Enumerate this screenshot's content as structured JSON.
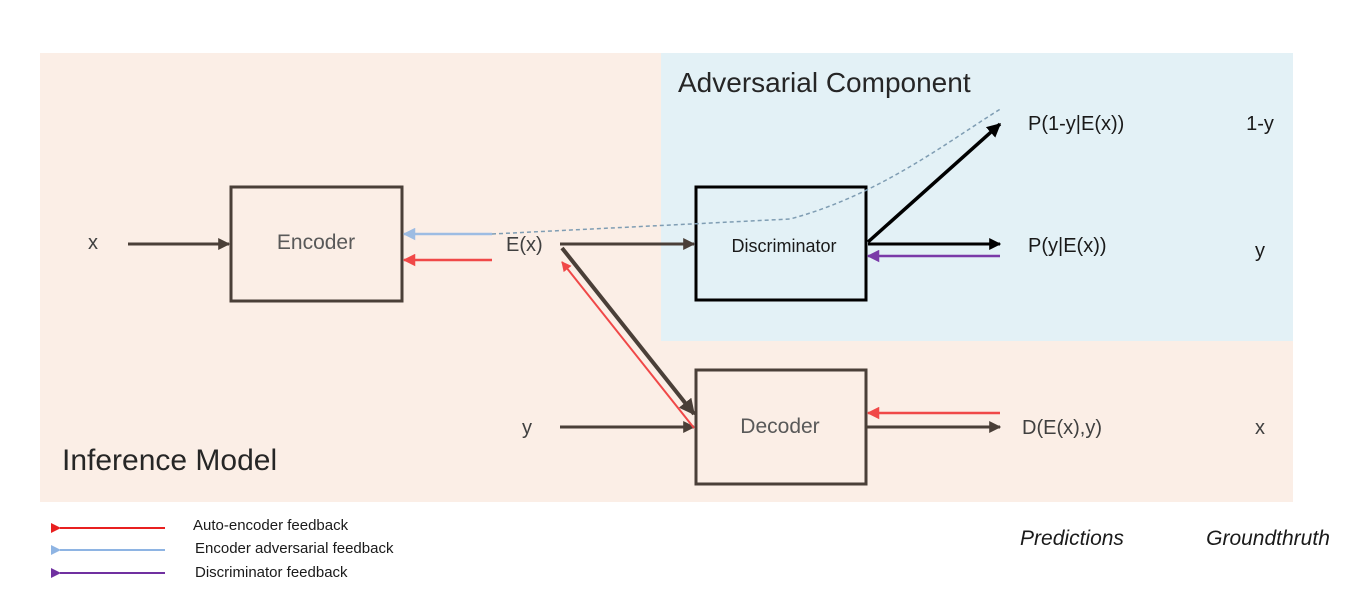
{
  "regions": {
    "inference": "Inference Model",
    "adversarial": "Adversarial Component"
  },
  "blocks": {
    "encoder": "Encoder",
    "discriminator": "Discriminator",
    "decoder": "Decoder"
  },
  "nodes": {
    "x_input": "x",
    "latent": "E(x)",
    "y_input": "y"
  },
  "outputs": {
    "p_not_y": "P(1-y|E(x))",
    "p_y": "P(y|E(x))",
    "reconstruction": "D(E(x),y)"
  },
  "groundtruth": {
    "not_y": "1-y",
    "y": "y",
    "x": "x"
  },
  "columns": {
    "predictions": "Predictions",
    "groundtruth": "Groundthruth"
  },
  "legend": [
    {
      "label": "Auto-encoder feedback",
      "color": "#e82020"
    },
    {
      "label": "Encoder adversarial feedback",
      "color": "#8eb4e3"
    },
    {
      "label": "Discriminator feedback",
      "color": "#7030a0"
    }
  ],
  "colors": {
    "inference_bg": "#fbeee6",
    "adversarial_bg": "#e3f1f6",
    "arrow": "#4a3f38",
    "red": "#f04848",
    "blue": "#9dbce3",
    "purple": "#7a3aa8"
  }
}
